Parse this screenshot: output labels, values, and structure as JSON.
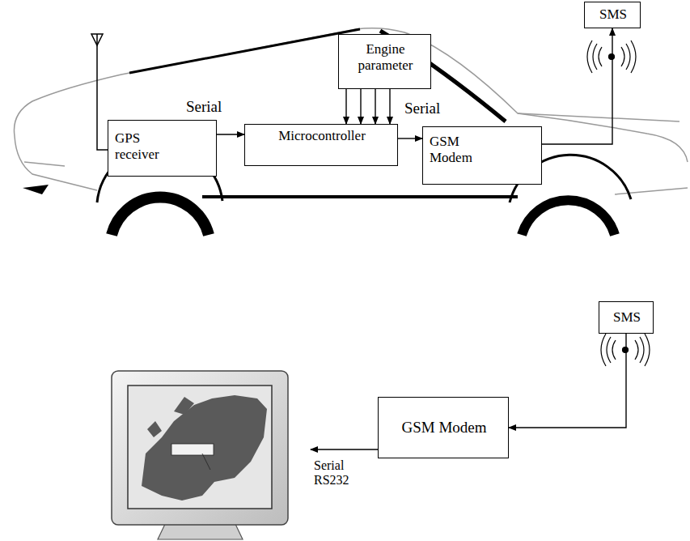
{
  "diagram": {
    "nodes": [
      {
        "text": [
          "Engine parameter"
        ]
      },
      {
        "text": [
          "GPS receiver"
        ]
      },
      {
        "text": [
          "Microcontroller"
        ]
      },
      {
        "text": [
          "GSM Modem"
        ]
      },
      {
        "text": [
          "SMS"
        ]
      },
      {
        "text": [
          "SMS"
        ]
      },
      {
        "text": [
          "GSM Modem"
        ]
      }
    ],
    "edges": [
      {
        "from": 0,
        "to": 2,
        "arrow": "to"
      },
      {
        "from": 1,
        "to": 2,
        "label": "Serial",
        "arrow": "to"
      },
      {
        "from": 2,
        "to": 3,
        "label": "Serial",
        "arrow": "to"
      },
      {
        "from": 3,
        "to": 4,
        "arrow": "to"
      },
      {
        "from": 5,
        "to": 6,
        "arrow": "to"
      }
    ],
    "labels": [
      "Serial RS232"
    ]
  }
}
